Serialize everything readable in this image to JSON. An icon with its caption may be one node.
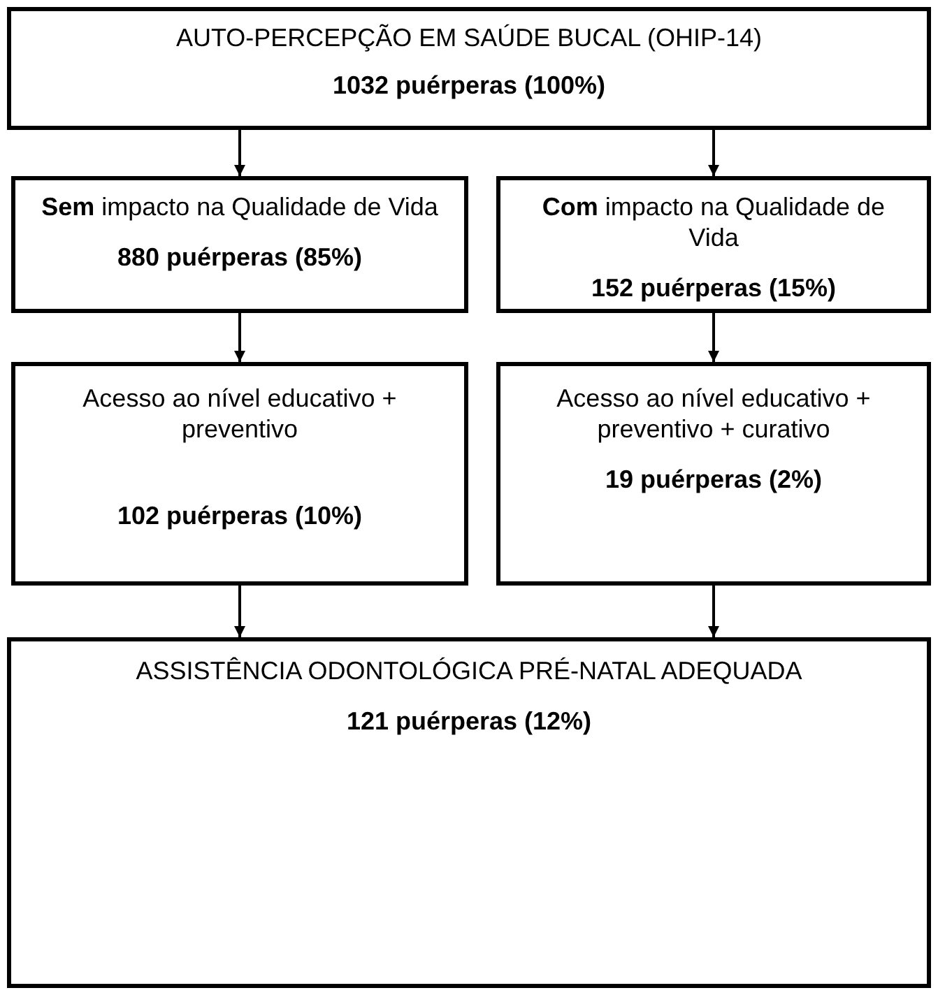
{
  "diagram": {
    "nodes": [
      {
        "text": [
          "AUTO-PERCEPÇÃO EM SAÚDE BUCAL (OHIP-14)",
          "1032 puérperas (100%)"
        ]
      },
      {
        "text": [
          "**Sem** impacto na Qualidade de Vida",
          "880 puérperas (85%)"
        ]
      },
      {
        "text": [
          "**Com** impacto na Qualidade de Vida",
          "152 puérperas (15%)"
        ]
      },
      {
        "text": [
          "Acesso ao nível educativo + preventivo",
          "102 puérperas (10%)"
        ]
      },
      {
        "text": [
          "Acesso ao nível educativo + preventivo + curativo",
          "19 puérperas (2%)"
        ]
      },
      {
        "text": [
          "ASSISTÊNCIA ODONTOLÓGICA PRÉ-NATAL ADEQUADA",
          "121 puérperas (12%)"
        ]
      }
    ],
    "edges": [
      {
        "from": 0,
        "to": 1,
        "arrow": "to"
      },
      {
        "from": 0,
        "to": 2,
        "arrow": "to"
      },
      {
        "from": 1,
        "to": 3,
        "arrow": "to"
      },
      {
        "from": 2,
        "to": 4,
        "arrow": "to"
      },
      {
        "from": 3,
        "to": 5,
        "arrow": "to"
      },
      {
        "from": 4,
        "to": 5,
        "arrow": "to"
      }
    ]
  }
}
